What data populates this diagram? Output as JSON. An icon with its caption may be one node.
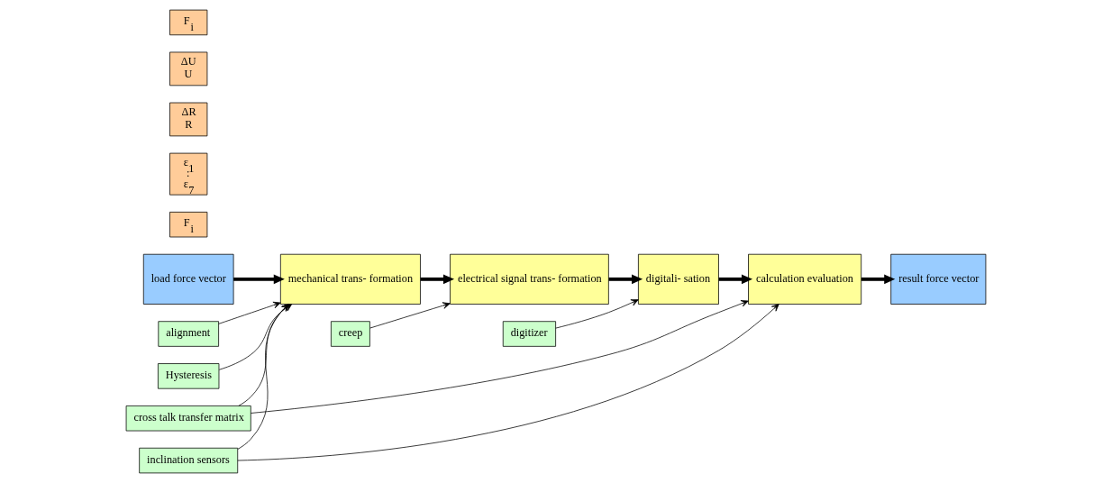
{
  "diagram": {
    "nodes": [
      {
        "text": [
          "load force vector"
        ]
      },
      {
        "text": [
          "mechanical trans- formation"
        ]
      },
      {
        "text": [
          "electrical signal trans- formation"
        ]
      },
      {
        "text": [
          "digitali- sation"
        ]
      },
      {
        "text": [
          "calculation evaluation"
        ]
      },
      {
        "text": [
          "result force vector"
        ]
      },
      {
        "text": [
          "alignment"
        ]
      },
      {
        "text": [
          "cross talk transfer matrix"
        ]
      },
      {
        "text": [
          "inclination sensors"
        ]
      },
      {
        "text": [
          "Hysteresis"
        ]
      },
      {
        "text": [
          "creep"
        ]
      },
      {
        "text": [
          "digitizer"
        ]
      },
      {
        "text": [
          "F$_{i}$"
        ]
      },
      {
        "text": [
          "ε$_{1}$",
          ":",
          "ε$_{7}$"
        ]
      },
      {
        "text": [
          "ΔR",
          "R"
        ]
      },
      {
        "text": [
          "ΔU",
          "U"
        ]
      },
      {
        "text": [
          "F$_{i}$"
        ]
      }
    ],
    "edges": [
      {
        "from": 0,
        "to": 1,
        "arrow": "to",
        "style": "thick"
      },
      {
        "from": 1,
        "to": 2,
        "arrow": "to",
        "style": "thick"
      },
      {
        "from": 2,
        "to": 3,
        "arrow": "to",
        "style": "thick"
      },
      {
        "from": 3,
        "to": 4,
        "arrow": "to",
        "style": "thick"
      },
      {
        "from": 4,
        "to": 5,
        "arrow": "to",
        "style": "thick"
      },
      {
        "from": 6,
        "to": 1,
        "arrow": "to"
      },
      {
        "from": 7,
        "to": 1,
        "arrow": "to"
      },
      {
        "from": 7,
        "to": 4,
        "arrow": "to"
      },
      {
        "from": 8,
        "to": 1,
        "arrow": "to"
      },
      {
        "from": 8,
        "to": 4,
        "arrow": "to"
      },
      {
        "from": 9,
        "to": 1,
        "arrow": "to"
      },
      {
        "from": 10,
        "to": 2,
        "arrow": "to"
      },
      {
        "from": 11,
        "to": 3,
        "arrow": "to"
      }
    ]
  }
}
